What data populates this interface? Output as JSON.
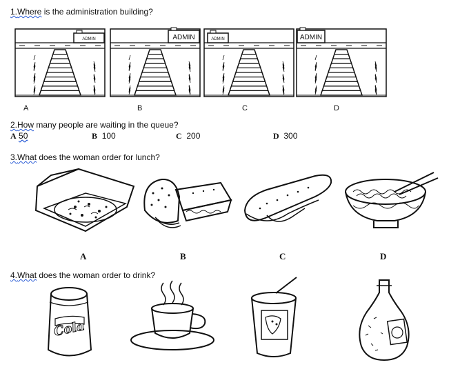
{
  "q1": {
    "number": "1.",
    "text_first": "Where",
    "text_rest": " is the administration building?",
    "sign_text": "ADMIN",
    "labels": [
      "A",
      "B",
      "C",
      "D"
    ]
  },
  "q2": {
    "number": "2.",
    "text_first": "How",
    "text_rest": " many people are waiting in the queue?",
    "options": [
      {
        "letter": "A",
        "value": "50"
      },
      {
        "letter": "B",
        "value": "100"
      },
      {
        "letter": "C",
        "value": "200"
      },
      {
        "letter": "D",
        "value": "300"
      }
    ]
  },
  "q3": {
    "number": "3.",
    "text_first": "What",
    "text_rest": " does the woman order for lunch?",
    "labels": [
      "A",
      "B",
      "C",
      "D"
    ],
    "icons": [
      "pizza-icon",
      "sandwich-icon",
      "hotdog-icon",
      "noodle-bowl-icon"
    ]
  },
  "q4": {
    "number": "4.",
    "text_first": "What",
    "text_rest": " does the woman order to drink?",
    "can_text": "Cola",
    "icons": [
      "cola-can-icon",
      "coffee-cup-icon",
      "juice-cup-icon",
      "bottle-icon"
    ]
  },
  "colors": {
    "ink": "#111111",
    "underline": "#2a5cd6"
  }
}
